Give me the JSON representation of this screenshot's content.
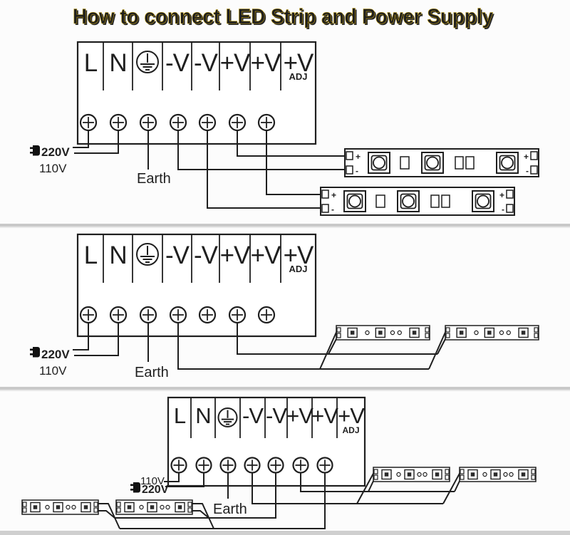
{
  "title": "How to connect LED Strip and Power Supply",
  "colors": {
    "title": "#f2c50e",
    "title_shadow": "#8c7a08",
    "line": "#1f1f1f",
    "gray_label": "#a8a8a8",
    "separator": "#c9c9c9",
    "background": "#fcfcfc"
  },
  "icons": {
    "ground": "earth-ground-icon",
    "plug": "power-plug-icon",
    "screw_terminal": "screw-terminal-icon"
  },
  "power_supply": {
    "terminal_labels": [
      "L",
      "N",
      null,
      "-V",
      "-V",
      "+V",
      "+V",
      "+V"
    ],
    "adj_label": "ADJ"
  },
  "sections": [
    {
      "plug_primary": "220V",
      "plug_secondary": "110V",
      "earth_label": "Earth",
      "pad_plus": "+",
      "pad_minus": "-"
    },
    {
      "plug_primary": "220V",
      "plug_secondary": "110V",
      "earth_label": "Earth"
    },
    {
      "plug_primary": "220V",
      "plug_secondary": "110V",
      "earth_label": "Earth"
    }
  ]
}
